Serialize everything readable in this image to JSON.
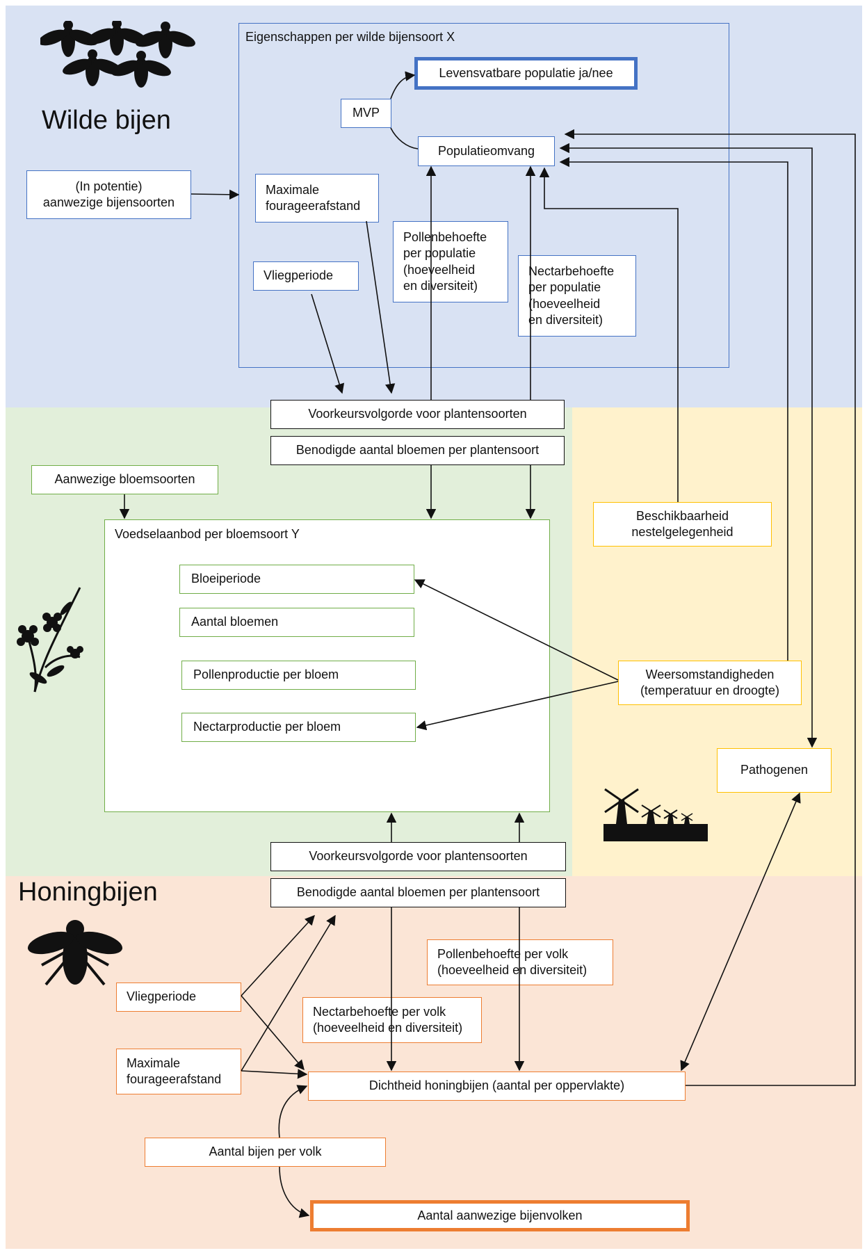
{
  "colors": {
    "wild_region": "#d9e2f3",
    "flower_region": "#e2efda",
    "landscape_region": "#fff2cc",
    "honey_region": "#fbe5d6",
    "blue": "#4472c4",
    "green": "#70ad47",
    "gold": "#ffc000",
    "orange": "#ed7d31"
  },
  "icons": [
    "bee-swarm-icon",
    "flower-bouquet-icon",
    "windmills-icon",
    "honeybee-icon"
  ],
  "wild": {
    "heading": "Wilde bijen",
    "present_species": "(In potentie)\naanwezige bijensoorten",
    "properties_title": "Eigenschappen per wilde bijensoort X",
    "viable_population": "Levensvatbare populatie ja/nee",
    "mvp": "MVP",
    "population_size": "Populatieomvang",
    "max_foraging": "Maximale\nfourageerafstand",
    "pollen_need": "Pollenbehoefte\nper populatie\n(hoeveelheid\nen diversiteit)",
    "nectar_need": "Nectarbehoefte\nper populatie\n(hoeveelheid\nen diversiteit)",
    "flight_period": "Vliegperiode",
    "preference_order": "Voorkeursvolgorde voor plantensoorten",
    "flowers_needed": "Benodigde aantal bloemen per  plantensoort"
  },
  "flowers": {
    "present_flower_species": "Aanwezige bloemsoorten",
    "food_supply_title": "Voedselaanbod per bloemsoort Y",
    "bloom_period": "Bloeiperiode",
    "flower_count": "Aantal bloemen",
    "pollen_production": "Pollenproductie per bloem",
    "nectar_production": "Nectarproductie per bloem"
  },
  "landscape": {
    "nesting": "Beschikbaarheid\nnestelgelegenheid",
    "weather": "Weersomstandigheden\n(temperatuur en droogte)",
    "pathogens": "Pathogenen"
  },
  "honey": {
    "heading": "Honingbijen",
    "preference_order": "Voorkeursvolgorde voor plantensoorten",
    "flowers_needed": "Benodigde aantal bloemen per  plantensoort",
    "pollen_need": "Pollenbehoefte per volk\n(hoeveelheid en diversiteit)",
    "nectar_need": "Nectarbehoefte per volk\n(hoeveelheid en diversiteit)",
    "flight_period": "Vliegperiode",
    "max_foraging": "Maximale\nfourageerafstand",
    "density": "Dichtheid honingbijen (aantal per oppervlakte)",
    "bees_per_colony": "Aantal bijen per volk",
    "colonies_present": "Aantal aanwezige bijenvolken"
  }
}
